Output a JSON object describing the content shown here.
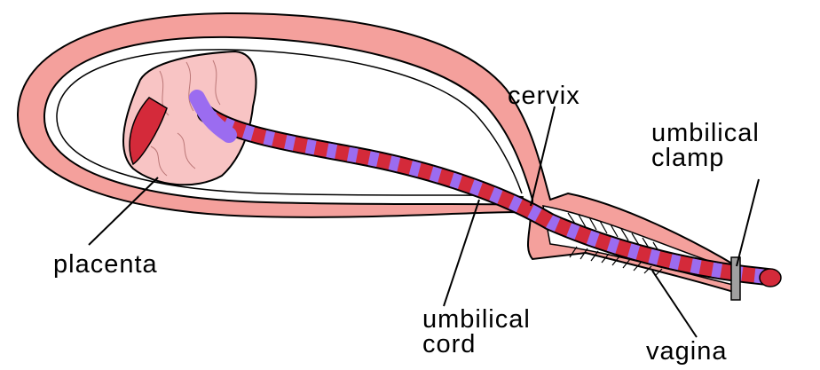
{
  "labels": {
    "cervix": "cervix",
    "umbilical_clamp_line1": "umbilical",
    "umbilical_clamp_line2": "clamp",
    "placenta": "placenta",
    "umbilical_cord_line1": "umbilical",
    "umbilical_cord_line2": "cord",
    "vagina": "vagina"
  },
  "colors": {
    "uterus_wall": "#f4a09c",
    "tissue_outline": "#000000",
    "placenta_fill": "#f8c4c4",
    "artery_red": "#d42a3a",
    "vein_purple": "#9b6cf0",
    "clamp_gray": "#a0a0a0"
  }
}
